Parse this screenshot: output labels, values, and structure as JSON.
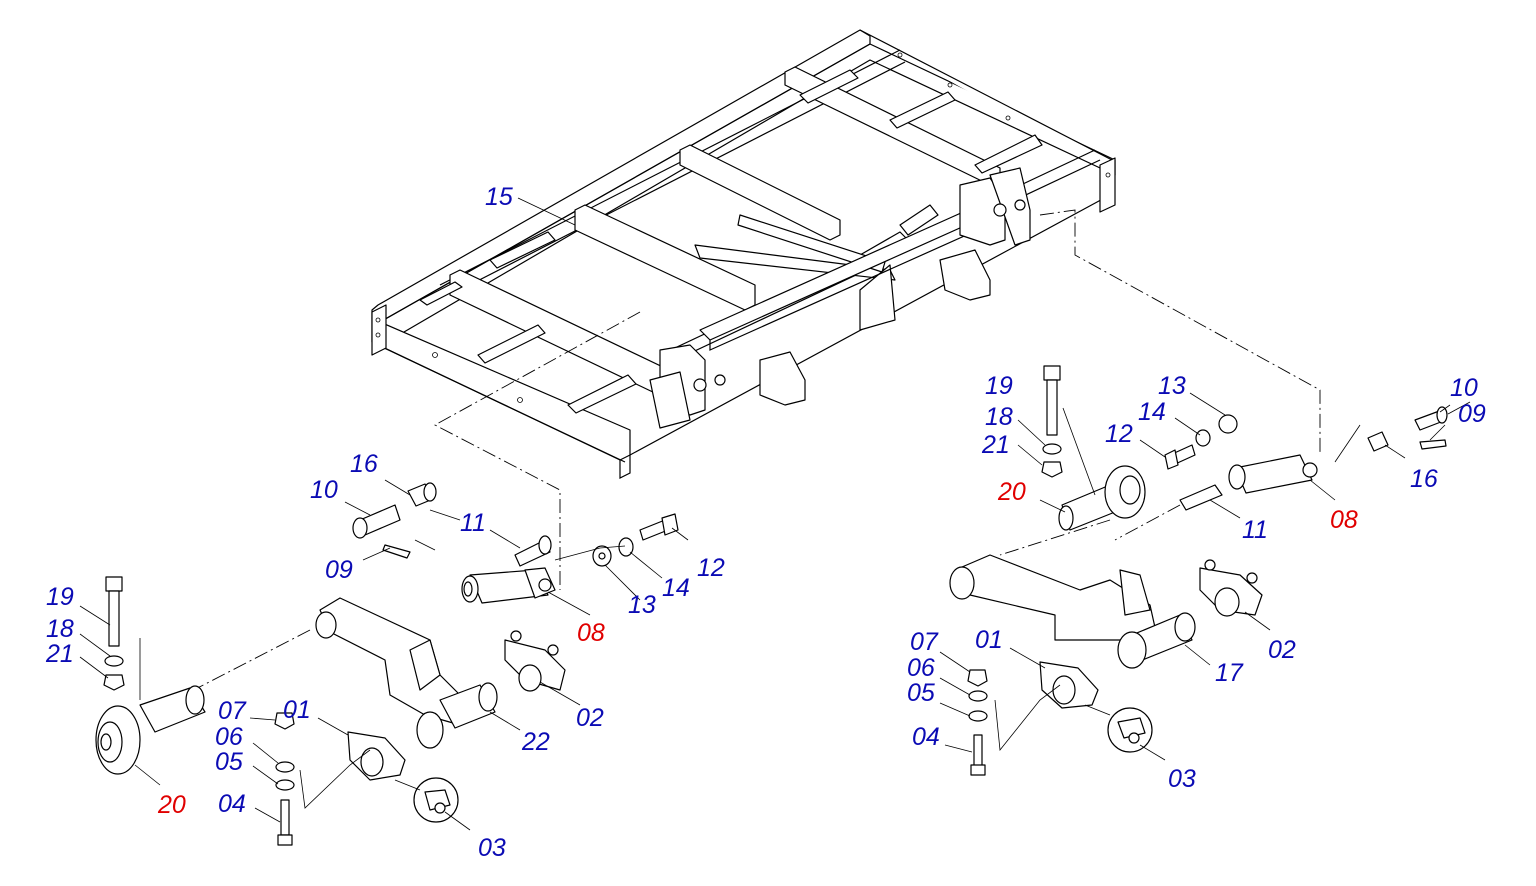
{
  "diagram": {
    "callouts_left": [
      {
        "id": "15",
        "text": "15",
        "color": "#0b0bb4"
      },
      {
        "id": "16",
        "text": "16",
        "color": "#0b0bb4"
      },
      {
        "id": "10",
        "text": "10",
        "color": "#0b0bb4"
      },
      {
        "id": "11",
        "text": "11",
        "color": "#0b0bb4"
      },
      {
        "id": "09",
        "text": "09",
        "color": "#0b0bb4"
      },
      {
        "id": "12",
        "text": "12",
        "color": "#0b0bb4"
      },
      {
        "id": "14",
        "text": "14",
        "color": "#0b0bb4"
      },
      {
        "id": "13",
        "text": "13",
        "color": "#0b0bb4"
      },
      {
        "id": "08",
        "text": "08",
        "color": "#e00000"
      },
      {
        "id": "19",
        "text": "19",
        "color": "#0b0bb4"
      },
      {
        "id": "18",
        "text": "18",
        "color": "#0b0bb4"
      },
      {
        "id": "21",
        "text": "21",
        "color": "#0b0bb4"
      },
      {
        "id": "07",
        "text": "07",
        "color": "#0b0bb4"
      },
      {
        "id": "01",
        "text": "01",
        "color": "#0b0bb4"
      },
      {
        "id": "06",
        "text": "06",
        "color": "#0b0bb4"
      },
      {
        "id": "05",
        "text": "05",
        "color": "#0b0bb4"
      },
      {
        "id": "02",
        "text": "02",
        "color": "#0b0bb4"
      },
      {
        "id": "22",
        "text": "22",
        "color": "#0b0bb4"
      },
      {
        "id": "04",
        "text": "04",
        "color": "#0b0bb4"
      },
      {
        "id": "20",
        "text": "20",
        "color": "#e00000"
      },
      {
        "id": "03",
        "text": "03",
        "color": "#0b0bb4"
      }
    ],
    "callouts_right": [
      {
        "id": "19",
        "text": "19",
        "color": "#0b0bb4"
      },
      {
        "id": "13",
        "text": "13",
        "color": "#0b0bb4"
      },
      {
        "id": "18",
        "text": "18",
        "color": "#0b0bb4"
      },
      {
        "id": "14",
        "text": "14",
        "color": "#0b0bb4"
      },
      {
        "id": "10",
        "text": "10",
        "color": "#0b0bb4"
      },
      {
        "id": "09",
        "text": "09",
        "color": "#0b0bb4"
      },
      {
        "id": "12",
        "text": "12",
        "color": "#0b0bb4"
      },
      {
        "id": "21",
        "text": "21",
        "color": "#0b0bb4"
      },
      {
        "id": "16",
        "text": "16",
        "color": "#0b0bb4"
      },
      {
        "id": "20",
        "text": "20",
        "color": "#e00000"
      },
      {
        "id": "11",
        "text": "11",
        "color": "#0b0bb4"
      },
      {
        "id": "08",
        "text": "08",
        "color": "#e00000"
      },
      {
        "id": "02",
        "text": "02",
        "color": "#0b0bb4"
      },
      {
        "id": "07",
        "text": "07",
        "color": "#0b0bb4"
      },
      {
        "id": "01",
        "text": "01",
        "color": "#0b0bb4"
      },
      {
        "id": "17",
        "text": "17",
        "color": "#0b0bb4"
      },
      {
        "id": "06",
        "text": "06",
        "color": "#0b0bb4"
      },
      {
        "id": "05",
        "text": "05",
        "color": "#0b0bb4"
      },
      {
        "id": "04",
        "text": "04",
        "color": "#0b0bb4"
      },
      {
        "id": "03",
        "text": "03",
        "color": "#0b0bb4"
      }
    ],
    "colors": {
      "standard_label": "#0b0bb4",
      "highlight_label": "#e00000",
      "line": "#000000"
    }
  }
}
